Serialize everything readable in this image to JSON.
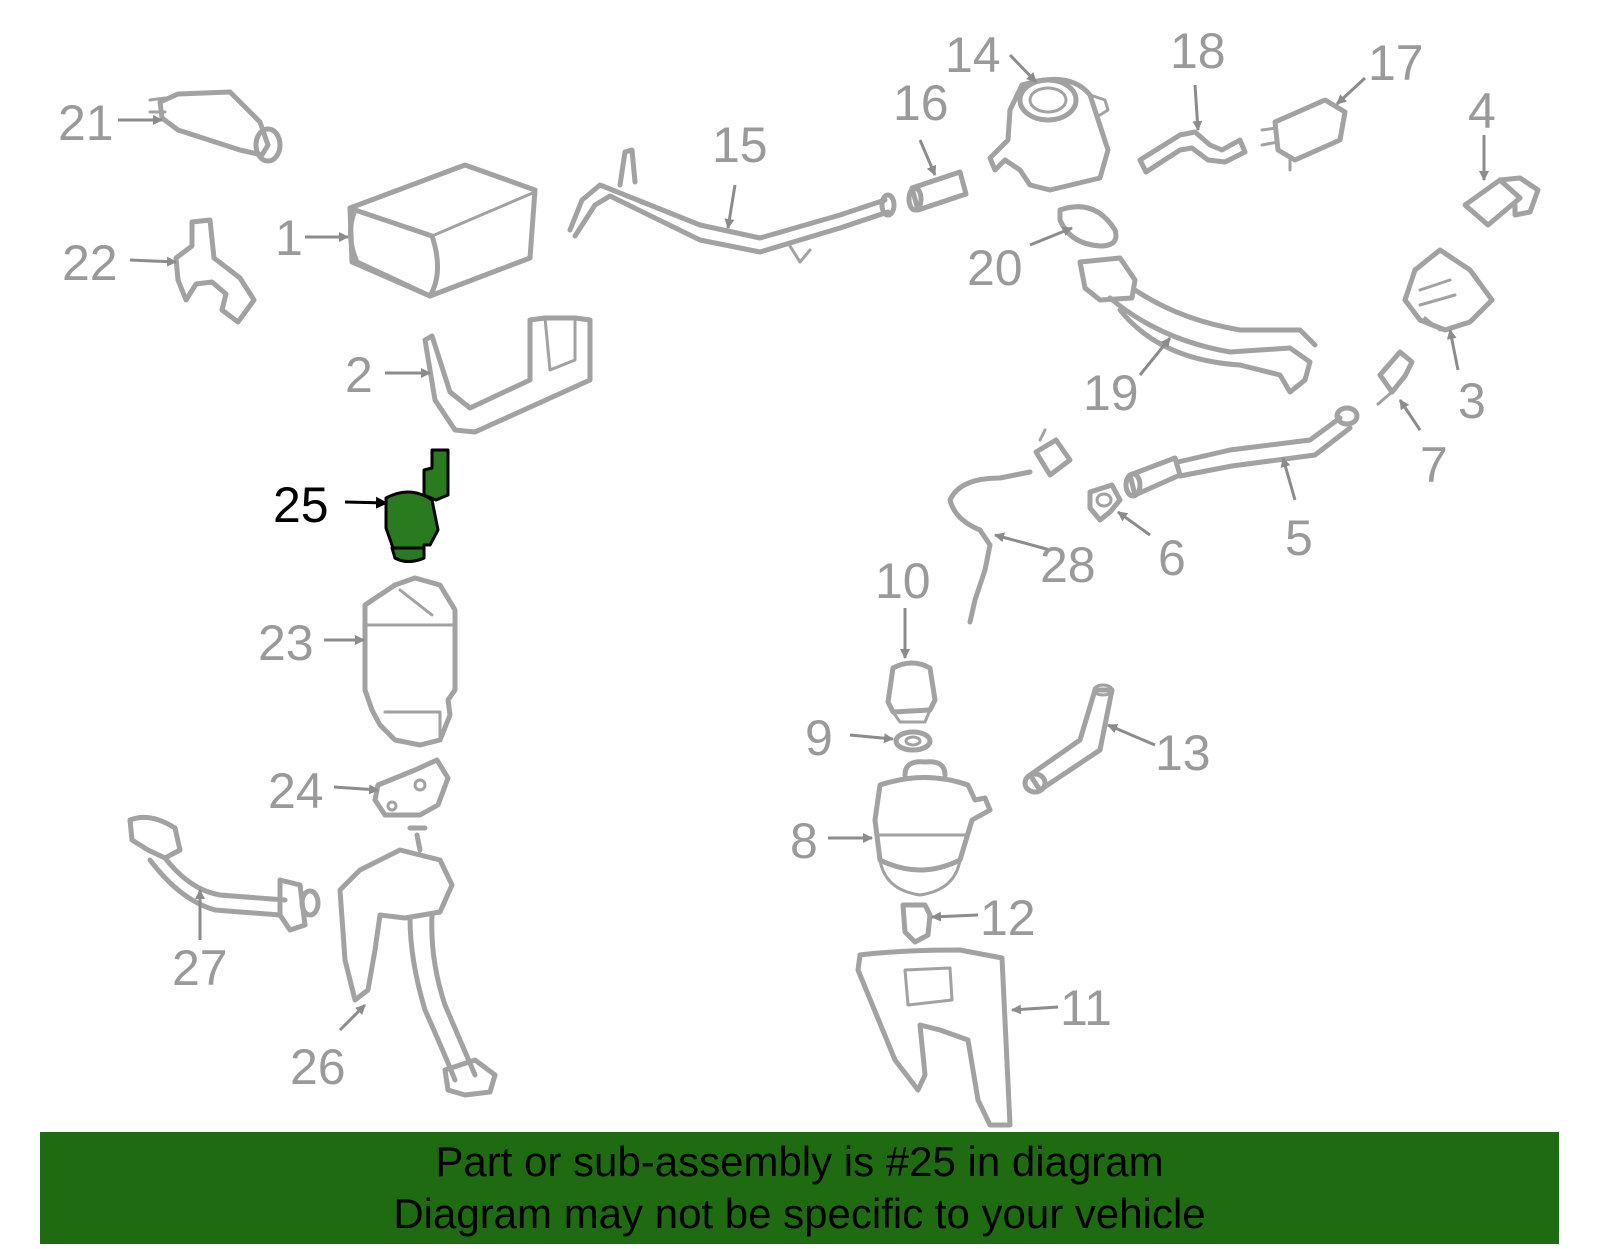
{
  "diagram": {
    "highlight_color": "#2a7a1f",
    "part_color": "#a2a2a2",
    "highlighted_callout": "25",
    "callouts": [
      "1",
      "2",
      "3",
      "4",
      "5",
      "6",
      "7",
      "8",
      "9",
      "10",
      "11",
      "12",
      "13",
      "14",
      "15",
      "16",
      "17",
      "18",
      "19",
      "20",
      "21",
      "22",
      "23",
      "24",
      "25",
      "26",
      "27",
      "28"
    ]
  },
  "banner": {
    "line1": "Part or sub-assembly is #25 in diagram",
    "line2": "Diagram may not be specific to your vehicle",
    "background": "#1e6b12"
  }
}
